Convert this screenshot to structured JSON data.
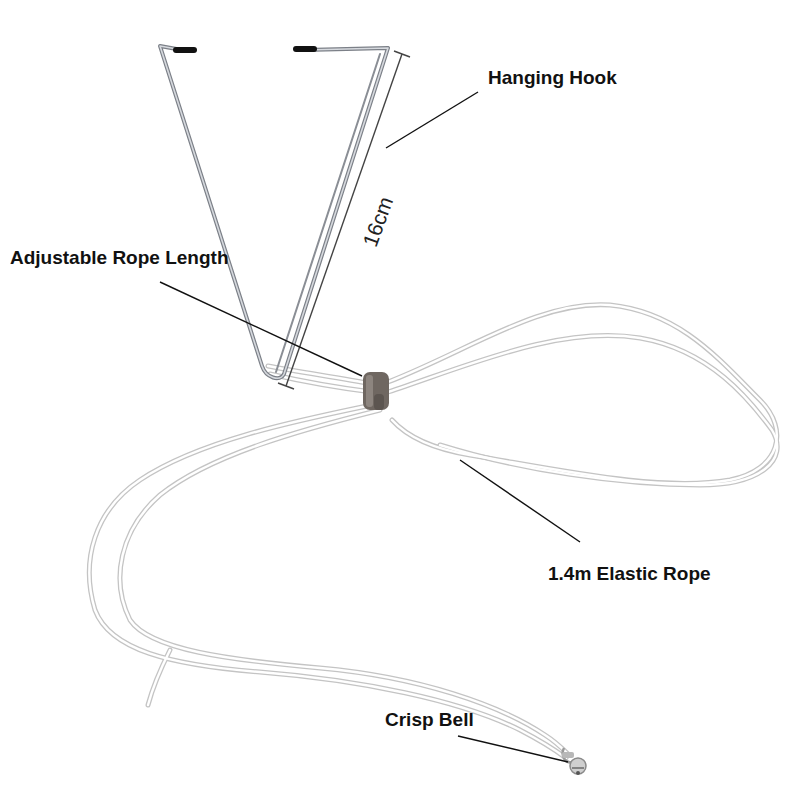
{
  "diagram": {
    "labels": [
      "Hanging Hook",
      "16cm",
      "Adjustable Rope Length",
      "1.4m Elastic Rope",
      "Crisp Bell"
    ]
  }
}
